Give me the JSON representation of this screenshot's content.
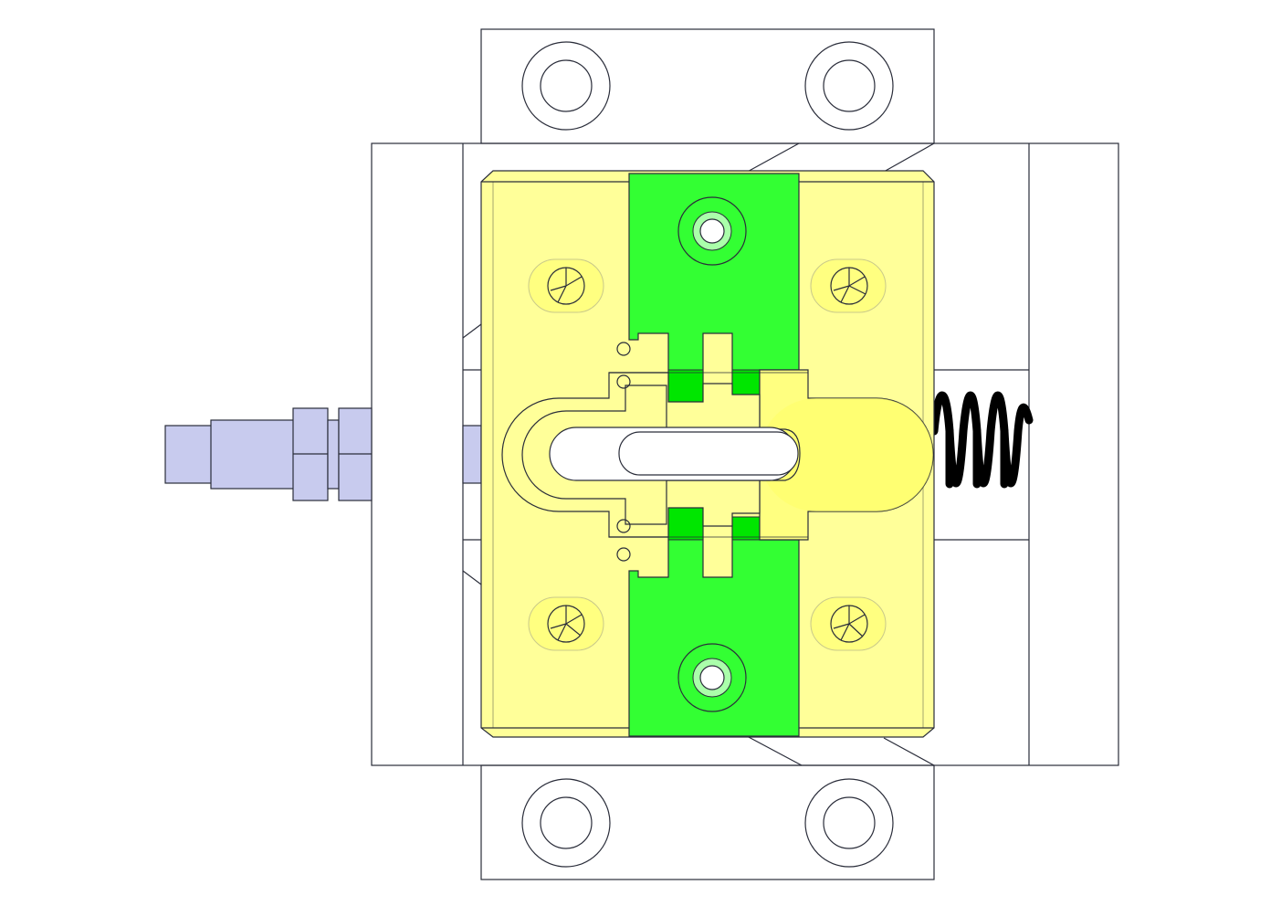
{
  "drawing": {
    "view": "top view",
    "background_color": "#ffffff",
    "colors": {
      "outline": "#2a2d3a",
      "slider_yellow": "#ffff99",
      "slider_yellow_dark": "#ffff80",
      "insert_green": "#33ff33",
      "insert_green_dark": "#00e600",
      "connector_blue": "#c8cbee",
      "spring_black": "#000000"
    },
    "components": [
      {
        "name": "base-plate",
        "color": "white"
      },
      {
        "name": "top-clamp-bracket",
        "holes": 2
      },
      {
        "name": "bottom-clamp-bracket",
        "holes": 2
      },
      {
        "name": "yellow-slider-block",
        "screws": 4
      },
      {
        "name": "green-insert",
        "bolts": 2
      },
      {
        "name": "slotted-yellow-plunger"
      },
      {
        "name": "compression-spring",
        "color": "black"
      },
      {
        "name": "threaded-connector",
        "color": "lavender"
      }
    ]
  }
}
